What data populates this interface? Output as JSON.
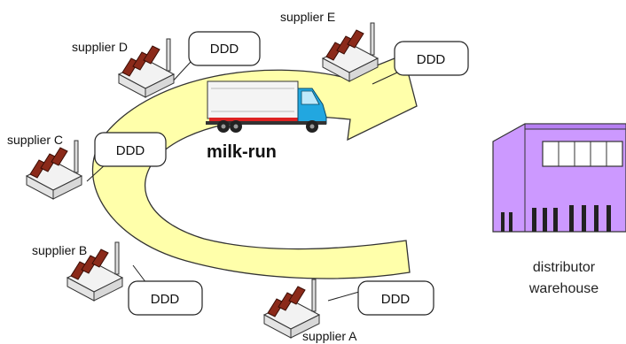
{
  "diagram": {
    "center_label": "milk-run",
    "warehouse_label_line1": "distributor",
    "warehouse_label_line2": "warehouse",
    "suppliers": {
      "a": {
        "name": "supplier A",
        "callout": "DDD"
      },
      "b": {
        "name": "supplier B",
        "callout": "DDD"
      },
      "c": {
        "name": "supplier C",
        "callout": "DDD"
      },
      "d": {
        "name": "supplier D",
        "callout": "DDD"
      },
      "e": {
        "name": "supplier E",
        "callout": "DDD"
      }
    },
    "colors": {
      "loop_fill": "#ffffaa",
      "factory_front": "#f2f2f2",
      "factory_roof": "#8b2a1a",
      "warehouse_fill": "#cc99ff",
      "truck_cab": "#22a7e0",
      "truck_box": "#f4f4f4"
    }
  }
}
